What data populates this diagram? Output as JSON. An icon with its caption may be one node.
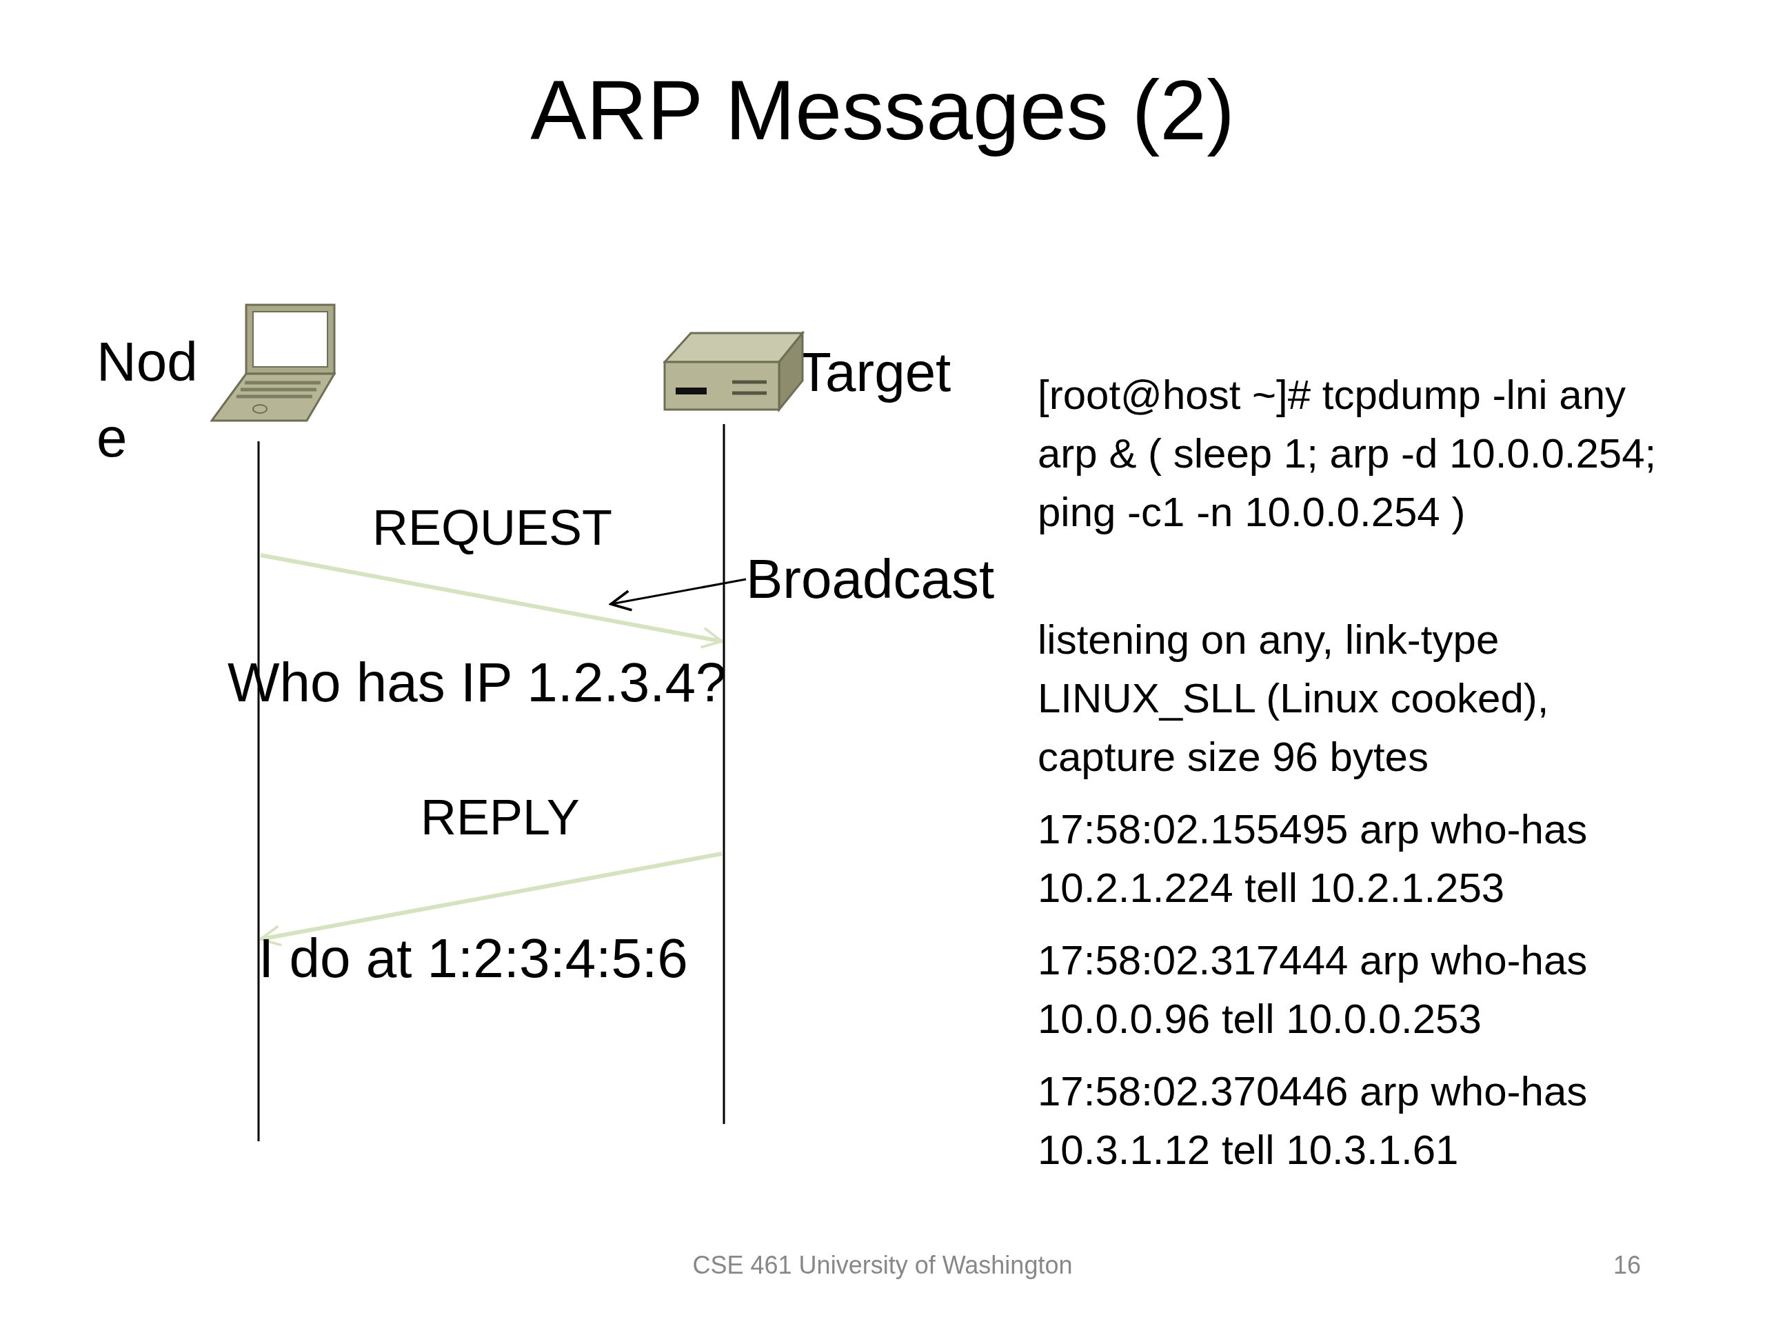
{
  "diagram": {
    "title": "ARP Messages (2)",
    "nodes": [
      {
        "text": [
          "Nod e"
        ]
      },
      {
        "text": [
          "Target"
        ]
      },
      {
        "text": [
          "Broadcast"
        ]
      }
    ],
    "edges": [
      {
        "from": 0,
        "to": 1,
        "arrow": "to",
        "label": "REQUEST",
        "color": "#d5e3c0"
      },
      {
        "from": 1,
        "to": 0,
        "arrow": "to",
        "label": "REPLY",
        "color": "#d5e3c0"
      },
      {
        "from": 2,
        "to": null,
        "arrow": "to",
        "color": "#000000"
      }
    ],
    "labels": [
      "Who has IP 1.2.3.4?",
      "I do at 1:2:3:4:5:6",
      "[root@host ~]# tcpdump -lni any arp & ( sleep 1; arp -d 10.0.0.254; ping -c1 -n 10.0.0.254 )",
      "listening on any, link-type LINUX_SLL (Linux cooked), capture size 96 bytes",
      "17:58:02.155495 arp who-has 10.2.1.224 tell 10.2.1.253",
      "17:58:02.317444 arp who-has 10.0.0.96 tell 10.0.0.253",
      "17:58:02.370446 arp who-has 10.3.1.12 tell 10.3.1.61",
      "CSE 461 University of Washington",
      "16"
    ]
  }
}
